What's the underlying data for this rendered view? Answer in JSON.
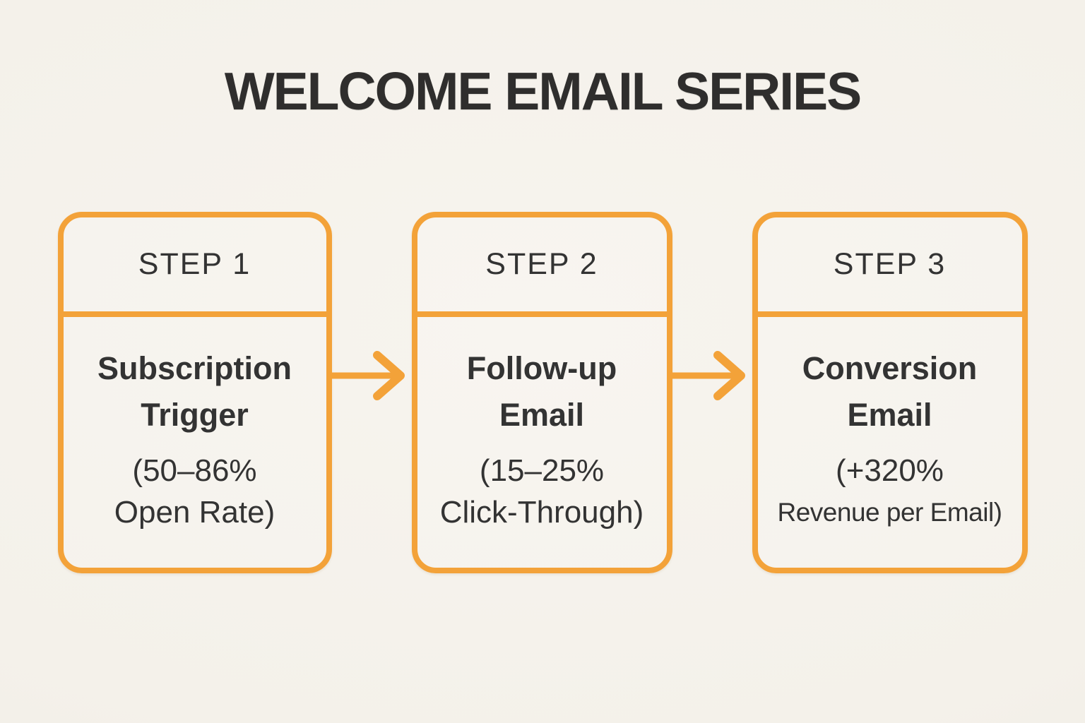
{
  "colors": {
    "accent": "#F3A239",
    "text": "#333333",
    "background": "#F5F2EC"
  },
  "title": "WELCOME EMAIL SERIES",
  "steps": [
    {
      "header": "STEP 1",
      "name_line1": "Subscription",
      "name_line2": "Trigger",
      "stat_line1": "(50–86%",
      "stat_line2": "Open Rate)"
    },
    {
      "header": "STEP 2",
      "name_line1": "Follow-up",
      "name_line2": "Email",
      "stat_line1": "(15–25%",
      "stat_line2": "Click-Through)"
    },
    {
      "header": "STEP 3",
      "name_line1": "Conversion",
      "name_line2": "Email",
      "stat_line1": "(+320%",
      "stat_line2": "Revenue per Email)"
    }
  ]
}
